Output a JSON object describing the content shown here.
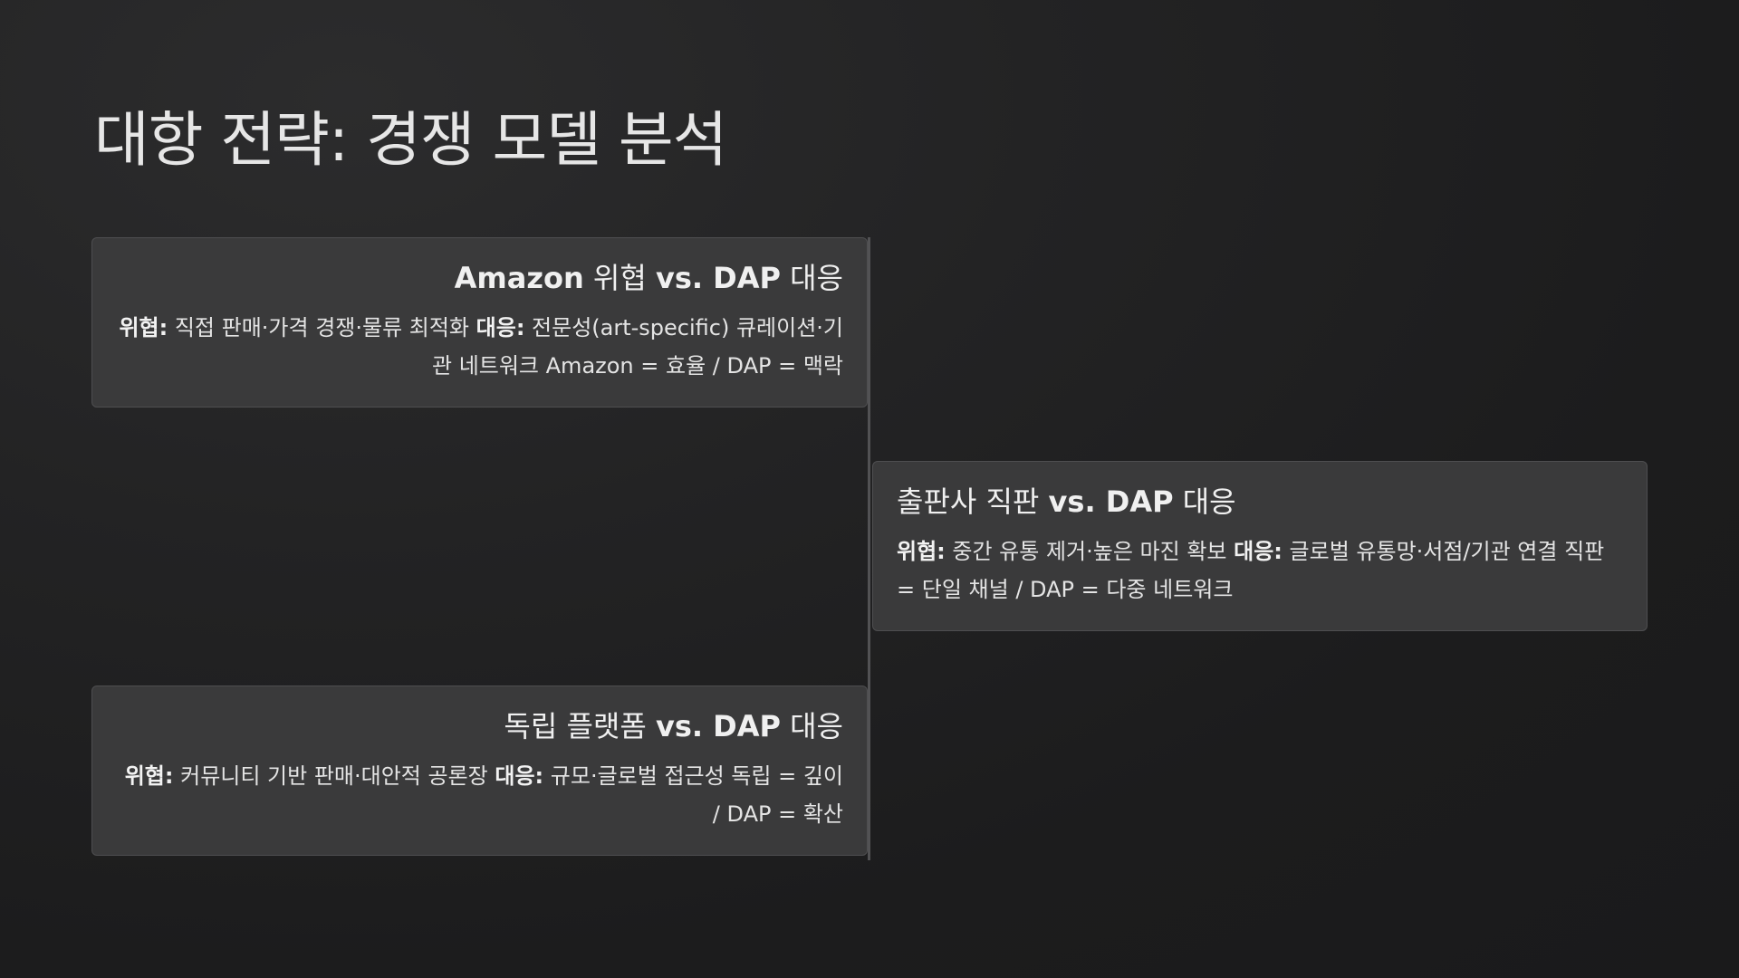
{
  "title": "대항 전략: 경쟁 모델 분석",
  "cards": [
    {
      "title_prefix": "Amazon",
      "title_middle": " 위협 ",
      "title_bold": "vs. DAP",
      "title_suffix": " 대응",
      "threat_label": "위협:",
      "threat_text": " 직접 판매·가격 경쟁·물류 최적화 ",
      "response_label": "대응:",
      "response_text": " 전문성(art-specific) 큐레이션·기관 네트워크 Amazon = 효율 / DAP = 맥락"
    },
    {
      "title_prefix": "",
      "title_middle": "출판사 직판 ",
      "title_bold": "vs. DAP",
      "title_suffix": " 대응",
      "threat_label": "위협:",
      "threat_text": " 중간 유통 제거·높은 마진 확보 ",
      "response_label": "대응:",
      "response_text": " 글로벌 유통망·서점/기관 연결 직판 = 단일 채널 / DAP = 다중 네트워크"
    },
    {
      "title_prefix": "",
      "title_middle": "독립 플랫폼 ",
      "title_bold": "vs. DAP",
      "title_suffix": " 대응",
      "threat_label": "위협:",
      "threat_text": " 커뮤니티 기반 판매·대안적 공론장 ",
      "response_label": "대응:",
      "response_text": " 규모·글로벌 접근성 독립 = 깊이 / DAP = 확산"
    }
  ]
}
